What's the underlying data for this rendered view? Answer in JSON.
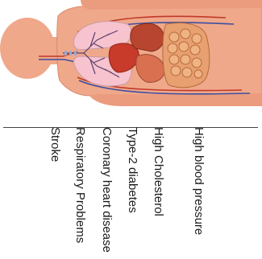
{
  "conditions": [
    {
      "label": "Stroke"
    },
    {
      "label": "Respiratory Problems"
    },
    {
      "label": "Coronary heart disease"
    },
    {
      "label": "Type-2 diabetes"
    },
    {
      "label": "High Cholesterol"
    },
    {
      "label": "High blood pressure"
    }
  ],
  "colors": {
    "skin": "#f0a88a",
    "skin_edge": "#d98a6c",
    "lung": "#f6c3ce",
    "lung_vessel": "#5a3e6e",
    "heart": "#c83a2a",
    "liver": "#b8452f",
    "stomach": "#d9704f",
    "intestine": "#e8a070",
    "intestine_edge": "#b56a3a",
    "artery": "#c0392b",
    "vein": "#3d4fa0",
    "text": "#1a1a1a",
    "divider": "#444444"
  },
  "icons": [
    "human-torso-organs-illustration"
  ]
}
